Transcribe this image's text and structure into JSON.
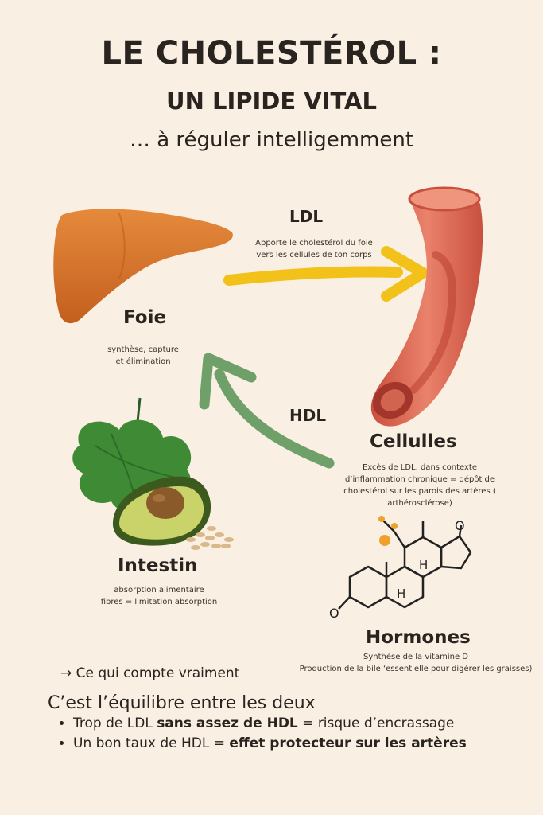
{
  "header": {
    "title_line1": "LE CHOLESTÉROL :",
    "title_line2": "UN LIPIDE VITAL",
    "title_line3": "… à réguler intelligemment"
  },
  "nodes": {
    "foie": {
      "label": "Foie",
      "desc_line1": "synthèse, capture",
      "desc_line2": "et élimination"
    },
    "cellules": {
      "label": "Cellulles",
      "desc_line1": "Excès de LDL, dans contexte",
      "desc_line2": "d’inflammation chronique = dépôt de",
      "desc_line3": "cholestérol sur les parois  des artères (",
      "desc_line4": "arthérosclérose)"
    },
    "intestin": {
      "label": "Intestin",
      "desc_line1": "absorption alimentaire",
      "desc_line2": "fibres = limitation absorption"
    },
    "hormones": {
      "label": "Hormones",
      "desc_line1": "Synthèse de la vitamine D",
      "desc_line2": "Production de la bile ‘essentielle pour digérer les graisses)"
    }
  },
  "flows": {
    "ldl": {
      "label": "LDL",
      "desc_line1": "Apporte le  cholestérol du foie",
      "desc_line2": "vers les cellules de ton corps"
    },
    "hdl": {
      "label": "HDL"
    }
  },
  "molecule": {
    "h_label_1": "H",
    "h_label_2": "H",
    "o_label_1": "O",
    "o_label_2": "O"
  },
  "footer": {
    "lead": "→ Ce qui compte vraiment",
    "conclusion": "C’est l’équilibre entre les deux",
    "bullet1_a": "Trop de LDL ",
    "bullet1_b": "sans assez de HDL",
    "bullet1_c": " = risque d’encrassage",
    "bullet2_a": "Un bon taux de HDL = ",
    "bullet2_b": "effet protecteur sur les artères"
  },
  "colors": {
    "background": "#f9efe2",
    "liver": "#d9722b",
    "ldl_arrow": "#f2c21a",
    "hdl_arrow": "#6fa06a",
    "artery": "#e27560",
    "avocado": "#8fb340",
    "hormone_accent": "#f0a12a"
  }
}
